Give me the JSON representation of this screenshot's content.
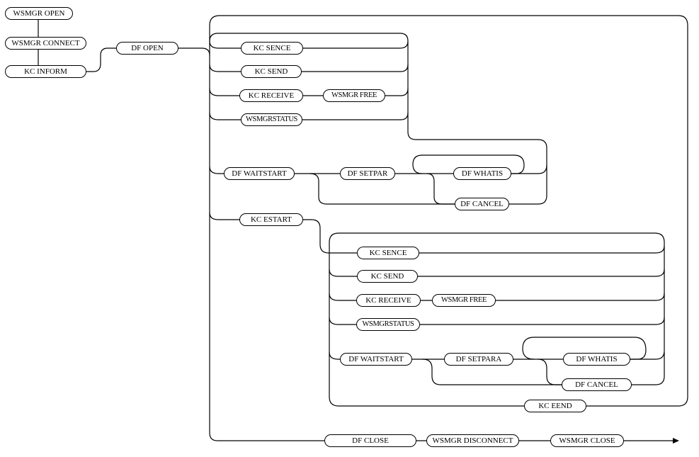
{
  "diagram": {
    "nodes": {
      "wsmgr_open": "WSMGR OPEN",
      "wsmgr_connect": "WSMGR CONNECT",
      "kc_inform": "KC INFORM",
      "df_open": "DF OPEN",
      "kc_sence_1": "KC SENCE",
      "kc_send_1": "KC SEND",
      "kc_receive_1": "KC RECEIVE",
      "wsmgr_free_1": "WSMGR FREE",
      "wsmgrstatus_1": "WSMGRSTATUS",
      "df_waitstart_1": "DF WAITSTART",
      "df_setpar_1": "DF SETPAR",
      "df_whatis_1": "DF WHATIS",
      "df_cancel_1": "DF CANCEL",
      "kc_estart": "KC ESTART",
      "kc_sence_2": "KC SENCE",
      "kc_send_2": "KC SEND",
      "kc_receive_2": "KC RECEIVE",
      "wsmgr_free_2": "WSMGR FREE",
      "wsmgrstatus_2": "WSMGRSTATUS",
      "df_waitstart_2": "DF WAITSTART",
      "df_setpara_2": "DF SETPARA",
      "df_whatis_2": "DF WHATIS",
      "df_cancel_2": "DF CANCEL",
      "kc_eend": "KC EEND",
      "df_close": "DF CLOSE",
      "wsmgr_disconnect": "WSMGR DISCONNECT",
      "wsmgr_close": "WSMGR CLOSE"
    }
  }
}
